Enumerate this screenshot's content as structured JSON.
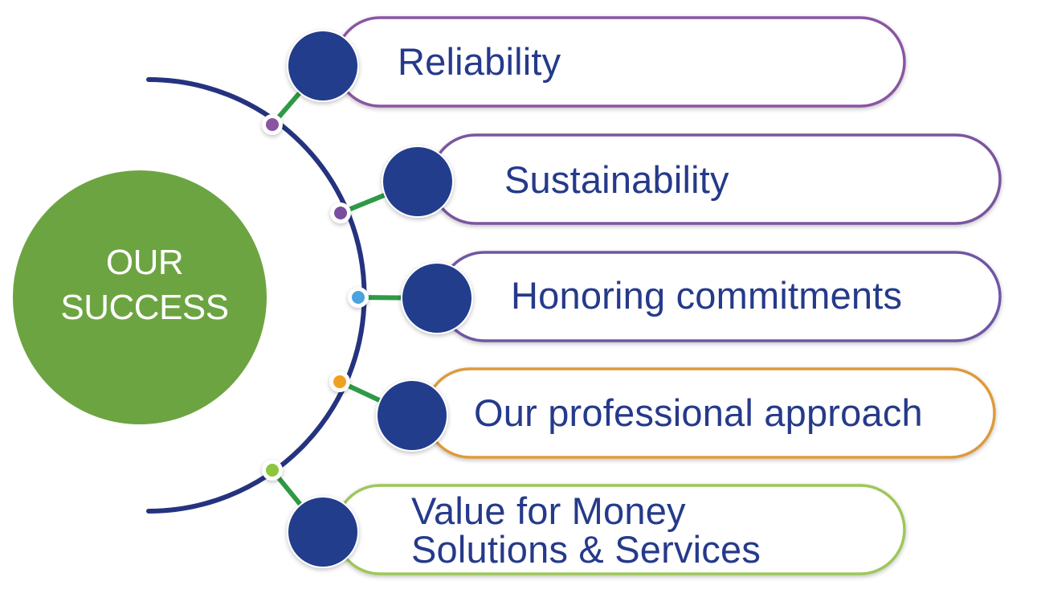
{
  "center": {
    "line1": "OUR",
    "line2": "SUCCESS",
    "color": "#6da442",
    "text_color": "#ffffff"
  },
  "colors": {
    "arc": "#25337f",
    "node": "#233e8c",
    "connector": "#2e9a45",
    "text": "#253a8a"
  },
  "items": [
    {
      "line1": "Reliability",
      "line2": "",
      "border_color": "#8a55a3",
      "dot_color": "#8a55a3"
    },
    {
      "line1": "Sustainability",
      "line2": "",
      "border_color": "#7a559f",
      "dot_color": "#7a4e9e"
    },
    {
      "line1": "Honoring commitments",
      "line2": "",
      "border_color": "#6f56a4",
      "dot_color": "#4aa3dc"
    },
    {
      "line1": "Our professional approach",
      "line2": "",
      "border_color": "#dd9a3c",
      "dot_color": "#f0a020"
    },
    {
      "line1": "Value for Money",
      "line2": "Solutions & Services",
      "border_color": "#9dc75a",
      "dot_color": "#8cc63f"
    }
  ]
}
